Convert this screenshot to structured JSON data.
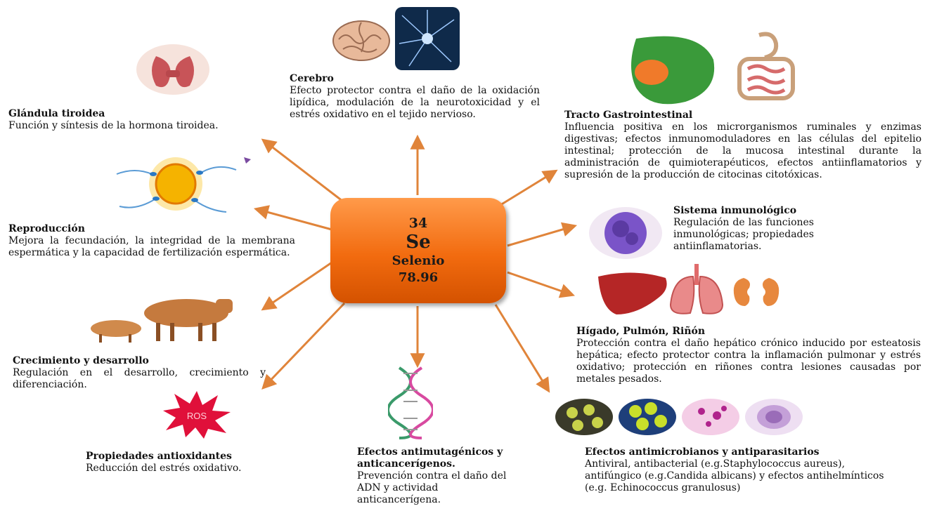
{
  "center": {
    "number": "34",
    "symbol": "Se",
    "name": "Selenio",
    "mass": "78.96"
  },
  "nodes": {
    "cerebro": {
      "title": "Cerebro",
      "desc": "Efecto protector contra el daño de la oxidación lipídica, modulación de la neurotoxicidad y el estrés oxidativo en el tejido nervioso."
    },
    "tiroides": {
      "title": "Glándula tiroidea",
      "desc": "Función y síntesis de la hormona tiroidea."
    },
    "gastro": {
      "title": "Tracto Gastrointestinal",
      "desc": "Influencia positiva en los microrganismos ruminales y enzimas digestivas; efectos inmunomoduladores en las células del epitelio intestinal; protección de la mucosa intestinal durante la administración de quimioterapéuticos, efectos antiinflamatorios y supresión de la producción de citocinas citotóxicas."
    },
    "reproduccion": {
      "title": "Reproducción",
      "desc": "Mejora la fecundación, la integridad de la membrana espermática y la capacidad de fertilización espermática."
    },
    "inmuno": {
      "title": "Sistema inmunológico",
      "desc": "Regulación de las funciones inmunológicas; propiedades antiinflamatorias."
    },
    "crecimiento": {
      "title": "Crecimiento y desarrollo",
      "desc": "Regulación en el desarrollo, crecimiento y diferenciación."
    },
    "higado": {
      "title": "Hígado, Pulmón, Riñón",
      "desc": "Protección contra el daño hepático crónico inducido por esteatosis hepática; efecto protector contra la inflamación pulmonar y estrés oxidativo; protección en riñones contra lesiones causadas por metales pesados."
    },
    "antiox": {
      "title": "Propiedades antioxidantes",
      "desc": "Reducción del estrés oxidativo."
    },
    "antimut": {
      "title": "Efectos antimutagénicos y anticancerígenos.",
      "desc": "Prevención contra el daño del ADN y actividad anticancerígena."
    },
    "antimicro": {
      "title": "Efectos antimicrobianos y antiparasitarios",
      "desc": "Antiviral, antibacterial (e.g.Staphylococcus aureus), antifúngico (e.g.Candida albicans) y efectos antihelmínticos (e.g. Echinococcus granulosus)"
    }
  },
  "ros_label": "ROS",
  "colors": {
    "box": "#f26b0f",
    "arrow": "#e0843a"
  }
}
